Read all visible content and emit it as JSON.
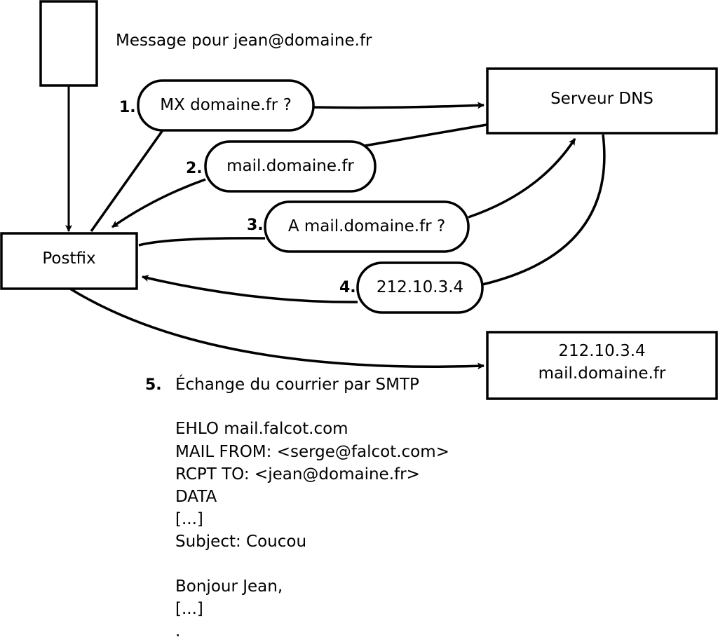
{
  "message_label": "Message pour jean@domaine.fr",
  "nodes": {
    "postfix": "Postfix",
    "dns_server": "Serveur DNS",
    "target_ip": "212.10.3.4",
    "target_host": "mail.domaine.fr"
  },
  "steps": [
    {
      "number": "1.",
      "text": "MX domaine.fr ?"
    },
    {
      "number": "2.",
      "text": "mail.domaine.fr"
    },
    {
      "number": "3.",
      "text": "A mail.domaine.fr ?"
    },
    {
      "number": "4.",
      "text": "212.10.3.4"
    },
    {
      "number": "5.",
      "text": "Échange du courrier par SMTP"
    }
  ],
  "smtp_lines": [
    "EHLO mail.falcot.com",
    "MAIL FROM: <serge@falcot.com>",
    "RCPT TO: <jean@domaine.fr>",
    "DATA",
    "[...]",
    "Subject: Coucou",
    "",
    "Bonjour Jean,",
    "[...]",
    "."
  ]
}
